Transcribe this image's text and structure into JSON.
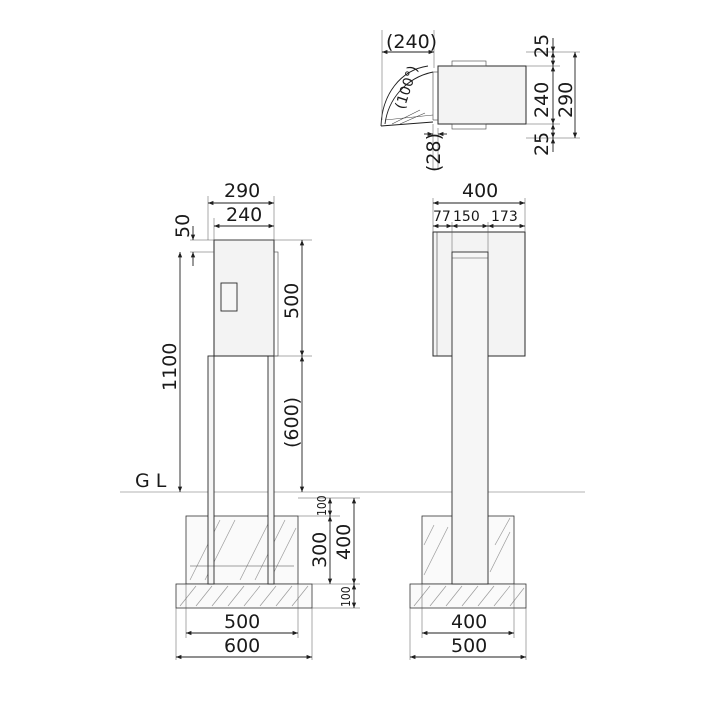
{
  "ground_label": "G L",
  "top_view": {
    "door_open_depth": "(240)",
    "door_angle": "(100°)",
    "flap_offset": "(28)",
    "side_margin_top": "25",
    "box_depth": "240",
    "total_depth": "290",
    "side_margin_bottom": "25"
  },
  "side_view": {
    "total_width": "290",
    "box_width": "240",
    "top_offset": "50",
    "total_height": "1100",
    "box_height": "500",
    "leg_clearance": "(600)",
    "burial_top": "100",
    "burial_depth": "400",
    "pit_depth": "300",
    "base_thickness": "100",
    "pit_width": "500",
    "base_width": "600"
  },
  "front_view": {
    "total_width": "400",
    "left_offset": "77",
    "post_width": "150",
    "right_offset": "173",
    "pit_width": "400",
    "base_width": "500"
  },
  "colors": {
    "line": "#1f1f1f",
    "panel_fill": "#f3f3f3",
    "ground_line": "#9a9a9a",
    "hatch": "#9a9a9a"
  }
}
